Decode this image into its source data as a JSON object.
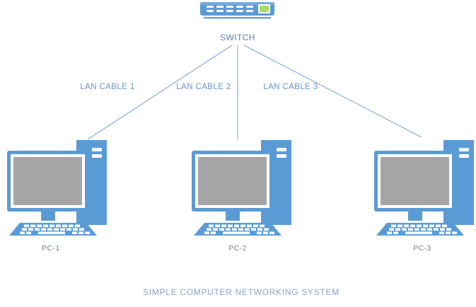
{
  "diagram": {
    "caption": "SIMPLE COMPUTER NETWORKING SYSTEM",
    "colors": {
      "device_blue": "#5b9bd5",
      "device_blue_dark": "#4a8ac4",
      "screen_gray": "#a6a6a6",
      "line_blue": "#7fa8d8",
      "led_green": "#9ed36a",
      "white": "#ffffff",
      "text_blue": "#6a93c8",
      "text_gray": "#6d7f94",
      "caption_blue": "#8aa4c4"
    },
    "switch": {
      "label": "SWITCH",
      "icon": "network-switch-icon",
      "port_pairs": 5,
      "led_panel": "led-indicator-panel"
    },
    "cables": [
      {
        "label": "LAN CABLE 1",
        "from": "SWITCH",
        "to": "PC-1"
      },
      {
        "label": "LAN CABLE 2",
        "from": "SWITCH",
        "to": "PC-2"
      },
      {
        "label": "LAN CABLE 3",
        "from": "SWITCH",
        "to": "PC-3"
      }
    ],
    "computers": [
      {
        "label": "PC-1",
        "icon": "desktop-computer-icon"
      },
      {
        "label": "PC-2",
        "icon": "desktop-computer-icon"
      },
      {
        "label": "PC-3",
        "icon": "desktop-computer-icon"
      }
    ]
  }
}
